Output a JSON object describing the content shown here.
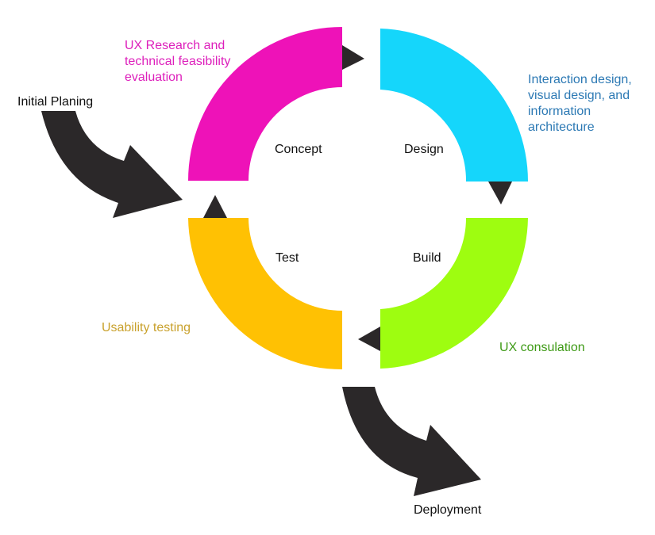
{
  "diagram": {
    "stages": {
      "concept": {
        "label": "Concept",
        "color": "#ee12b8",
        "description": [
          "UX Research and",
          "technical feasibility",
          "evaluation"
        ],
        "description_color": "#dd1fbb"
      },
      "design": {
        "label": "Design",
        "color": "#15d6fb",
        "description": [
          "Interaction design,",
          "visual design, and",
          "information",
          "architecture"
        ],
        "description_color": "#2c79b4"
      },
      "build": {
        "label": "Build",
        "color": "#9efd10",
        "description": [
          "UX consulation"
        ],
        "description_color": "#3e9a16"
      },
      "test": {
        "label": "Test",
        "color": "#ffc103",
        "description": [
          "Usability testing"
        ],
        "description_color": "#c9a12c"
      }
    },
    "entry": {
      "label": "Initial Planing"
    },
    "exit": {
      "label": "Deployment"
    },
    "arrow_color": "#2b2829",
    "stage_label_color": "#111111"
  }
}
